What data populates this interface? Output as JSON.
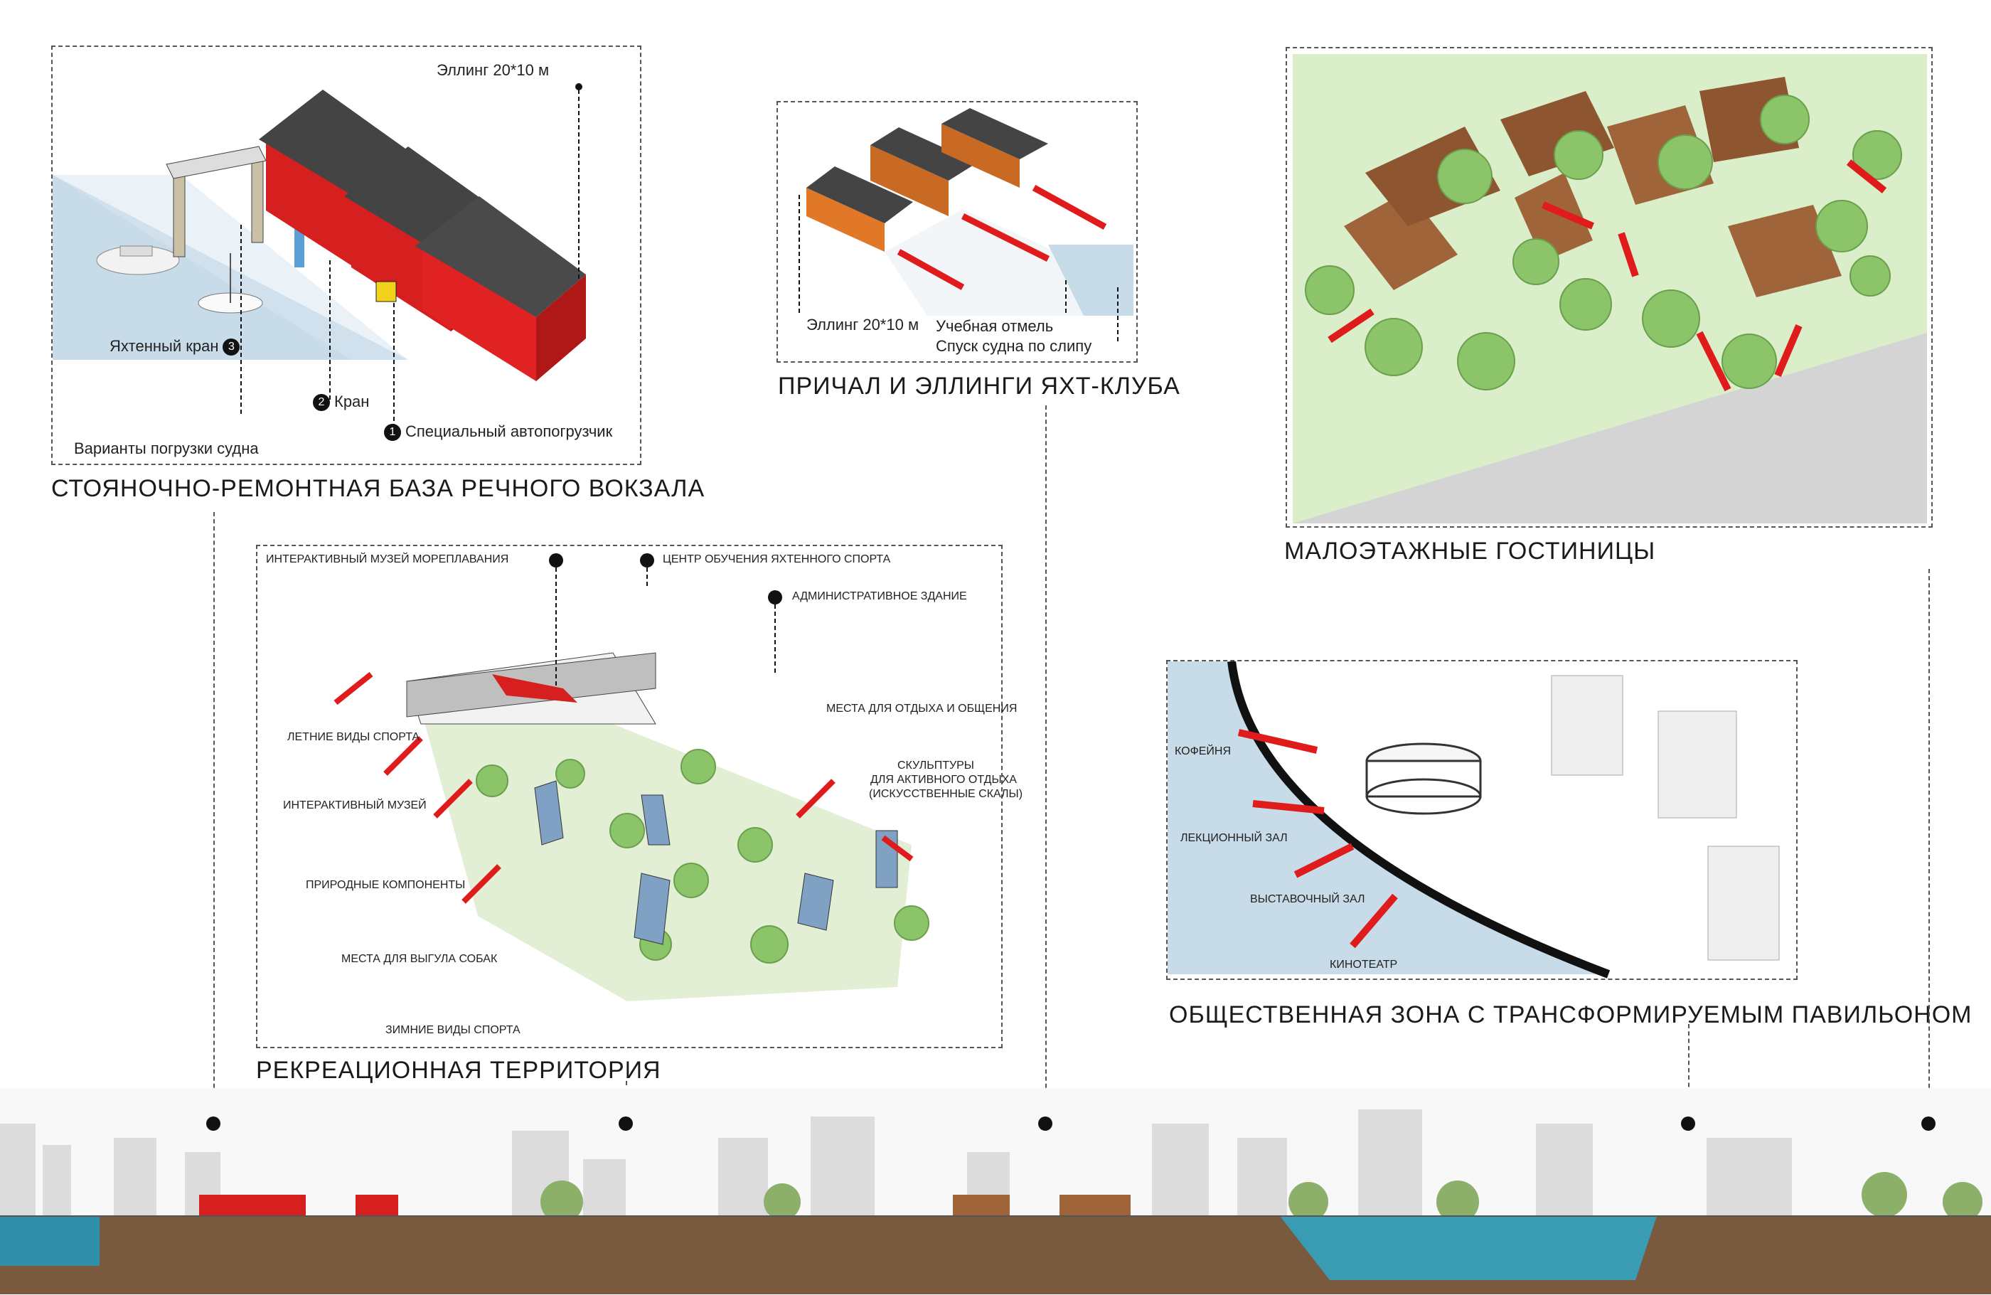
{
  "captions": {
    "base": "Стояночно-ремонтная база речного вокзала",
    "yacht": "Причал и эллинги яхт-клуба",
    "hotels": "Малоэтажные гостиницы",
    "recreation": "Рекреационная территория",
    "public": "Общественная зона с трансформируемым павильоном"
  },
  "base_panel": {
    "elling": "Эллинг 20*10 м",
    "yacht_crane": "Яхтенный кран",
    "crane": "Кран",
    "loader": "Специальный автопогрузчик",
    "variants": "Варианты погрузки судна",
    "n1": "1",
    "n2": "2",
    "n3": "3"
  },
  "yacht_panel": {
    "elling": "Эллинг 20*10 м",
    "training": "Учебная отмель",
    "slipway": "Спуск судна по слипу"
  },
  "recreation_panel": {
    "museum": "Интерактивный музей мореплавания",
    "center": "Центр обучения яхтенного спорта",
    "admin": "Административное здание",
    "summer": "Летние виды спорта",
    "interactive": "Интерактивный музей",
    "nature": "Природные компоненты",
    "dogs": "Места для выгула собак",
    "winter": "Зимние виды спорта",
    "rest": "Места для отдыха и общения",
    "sculptures_1": "Скульптуры",
    "sculptures_2": "для активного отдыха",
    "sculptures_3": "(искусственные скалы)"
  },
  "public_panel": {
    "cafe": "Кофейня",
    "lecture": "Лекционный зал",
    "exhibition": "Выставочный зал",
    "cinema": "Кинотеатр"
  },
  "colors": {
    "red": "#d62020",
    "wood": "#a0643a",
    "green": "#8cc46a",
    "water": "#c8dbe8",
    "ground": "#7a5a3e"
  }
}
